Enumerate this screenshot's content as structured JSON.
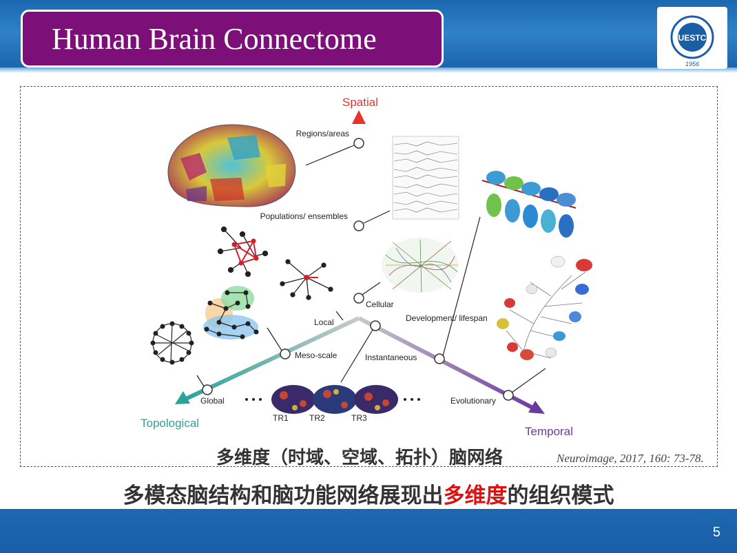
{
  "slide": {
    "title": "Human Brain Connectome",
    "page_number": "5"
  },
  "logo": {
    "text": "UESTC",
    "year": "1956"
  },
  "figure": {
    "axes": {
      "spatial": "Spatial",
      "topological": "Topological",
      "temporal": "Temporal"
    },
    "spatial_nodes": [
      "Regions/areas",
      "Populations/ ensembles",
      "Cellular"
    ],
    "topological_nodes": [
      "Local",
      "Meso-scale",
      "Global"
    ],
    "temporal_nodes": [
      "Instantaneous",
      "Development/ lifespan",
      "Evolutionary"
    ],
    "tr_labels": [
      "TR1",
      "TR2",
      "TR3"
    ]
  },
  "captions": {
    "figure_caption": "多维度（时域、空域、拓扑）脑网络",
    "reference": "Neuroimage, 2017, 160: 73-78.",
    "main_before": "多模态脑结构和脑功能网络展现出",
    "main_highlight": "多维度",
    "main_after": "的组织模式"
  },
  "colors": {
    "title_bg": "#7d1078",
    "header_blue": "#1c68b0",
    "spatial_axis": "#e8322d",
    "topological_axis": "#2aa39a",
    "temporal_axis": "#6b3aa0",
    "highlight": "#e01010"
  }
}
